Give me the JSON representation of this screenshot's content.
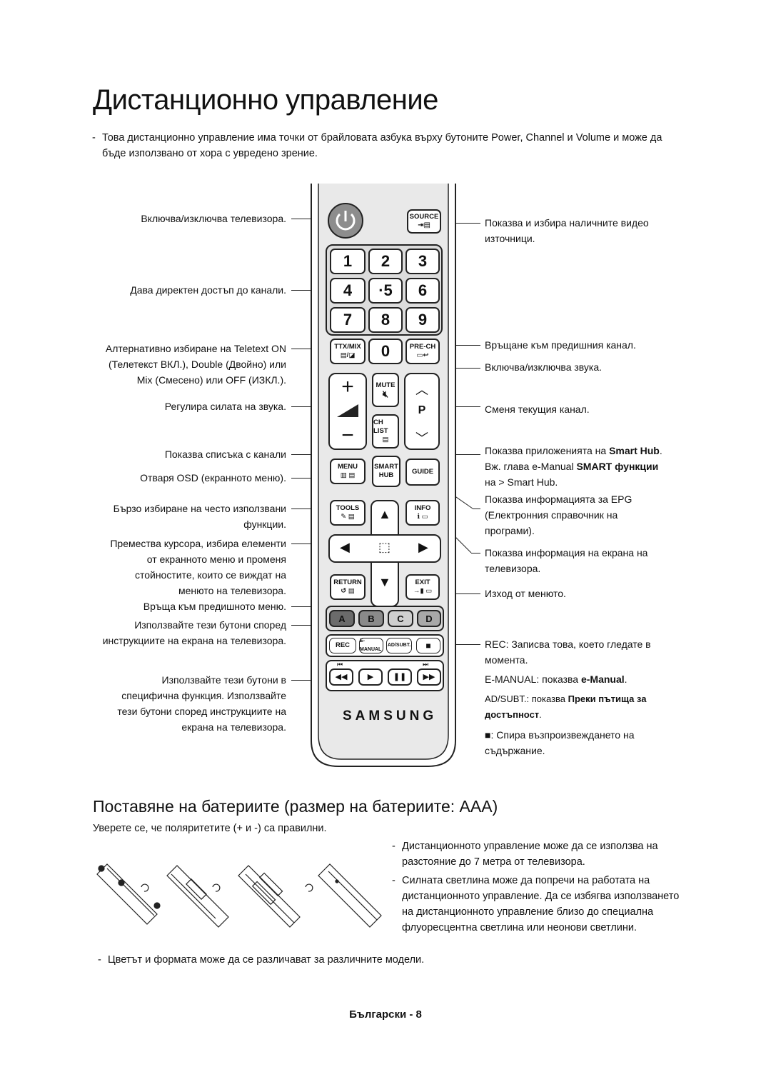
{
  "title": "Дистанционно управление",
  "intro": {
    "dash": "-",
    "text_a": "Това дистанционно управление има точки от брайловата азбука върху бутоните ",
    "power": "Power",
    "sep1": ", ",
    "channel": "Channel",
    "sep2": " и ",
    "volume": "Volume",
    "text_b": " и може да бъде използвано от хора с увредено зрение."
  },
  "left_labels": [
    "Включва/изключва телевизора.",
    "Дава директен достъп до канали.",
    "Алтернативно избиране на Teletext ON",
    "(Телетекст ВКЛ.), Double (Двойно) или",
    "Mix (Смесено) или OFF (ИЗКЛ.).",
    "Регулира силата на звука.",
    "Показва списъка с канали",
    "Отваря OSD (екранното меню).",
    "Бързо избиране на често използвани",
    "функции.",
    "Премества курсора, избира елементи",
    "от екранното меню и променя",
    "стойностите, които се виждат на",
    "менюто на телевизора.",
    "Връща към предишното меню.",
    "Използвайте тези бутони според",
    "инструкциите на екрана на телевизора.",
    "Използвайте тези бутони в",
    "специфична функция. Използвайте",
    "тези бутони според инструкциите на",
    "екрана на телевизора."
  ],
  "right_labels": {
    "source_1": "Показва и избира наличните видео",
    "source_2": "източници.",
    "prech": "Връщане към предишния канал.",
    "mute": "Включва/изключва звука.",
    "channel": "Сменя текущия канал.",
    "smart_1a": "Показва приложенията на ",
    "smart_1b": "Smart Hub",
    "smart_1c": ".",
    "smart_2a": "Вж. глава e-Manual ",
    "smart_2b": "SMART функции",
    "smart_3a": "на > ",
    "smart_3b": "Smart Hub",
    "smart_3c": ".",
    "guide_1": "Показва информацията за EPG",
    "guide_2": "(Електронния справочник на",
    "guide_3": "програми).",
    "info_1": "Показва информация на екрана на",
    "info_2": "телевизора.",
    "exit": "Изход от менюто.",
    "rec_a": "REC",
    "rec_b": ": Записва това, което гледате в",
    "rec_2": "момента.",
    "emanual_a": "E-MANUAL",
    "emanual_b": ": показва ",
    "emanual_c": "e-Manual",
    "emanual_d": ".",
    "adsubt_a": "AD/SUBT.",
    "adsubt_b": ": показва ",
    "adsubt_c": "Преки пътища за",
    "adsubt_d": "достъпност",
    "adsubt_e": ".",
    "stop_a": "■",
    "stop_b": ": Спира възпроизвеждането на",
    "stop_2": "съдържание."
  },
  "remote": {
    "source": "SOURCE",
    "digits": [
      "1",
      "2",
      "3",
      "4",
      "5",
      "6",
      "7",
      "8",
      "9"
    ],
    "dot5": "·",
    "ttx": "TTX/MIX",
    "zero": "0",
    "prech": "PRE-CH",
    "vol_plus": "+",
    "vol_minus": "−",
    "mute": "MUTE",
    "chlist": "CH LIST",
    "p": "P",
    "menu": "MENU",
    "smart": "SMART",
    "hub": "HUB",
    "guide": "GUIDE",
    "tools": "TOOLS",
    "info": "INFO",
    "return": "RETURN",
    "exit": "EXIT",
    "a": "A",
    "b": "B",
    "c": "C",
    "d": "D",
    "rec": "REC",
    "emanual": "E-MANUAL",
    "adsubt": "AD/SUBT.",
    "brand": "SAMSUNG"
  },
  "section2": {
    "title": "Поставяне на батериите (размер на батериите: AAA)",
    "polarity": "Уверете се, че поляритетите (+ и -) са правилни.",
    "note1": "Дистанционното управление може да се използва на разстояние до 7 метра от телевизора.",
    "note2": "Силната светлина може да попречи на работата на дистанционното управление. Да се избягва използването на дистанционното управление близо до специална флуоресцентна светлина или неонови светлини.",
    "note3": "Цветът и формата може да се различават за различните модели."
  },
  "footer": "Български - 8"
}
